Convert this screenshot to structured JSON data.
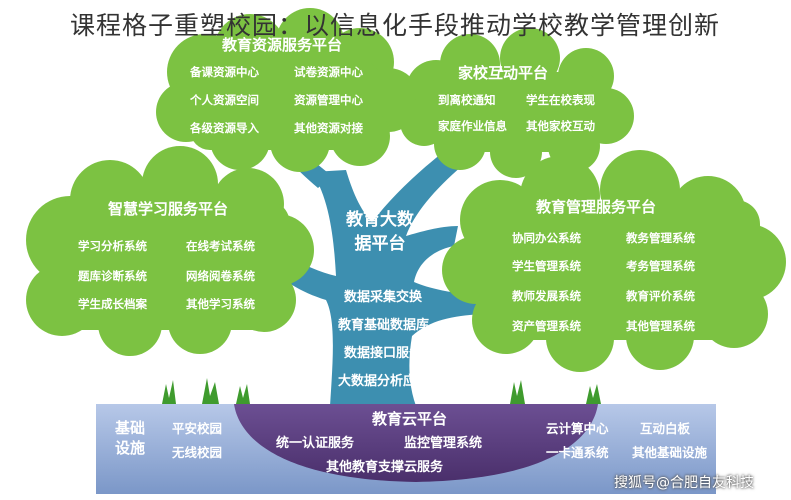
{
  "title": "课程格子重塑校园：以信息化手段推动学校教学管理创新",
  "clouds": {
    "resource": {
      "title": "教育资源服务平台",
      "items": [
        "备课资源中心",
        "试卷资源中心",
        "个人资源空间",
        "资源管理中心",
        "各级资源导入",
        "其他资源对接"
      ]
    },
    "home_school": {
      "title": "家校互动平台",
      "items": [
        "到离校通知",
        "学生在校表现",
        "家庭作业信息",
        "其他家校互动"
      ]
    },
    "learning": {
      "title": "智慧学习服务平台",
      "items": [
        "学习分析系统",
        "在线考试系统",
        "题库诊断系统",
        "网络阅卷系统",
        "学生成长档案",
        "其他学习系统"
      ]
    },
    "management": {
      "title": "教育管理服务平台",
      "items": [
        "协同办公系统",
        "教务管理系统",
        "学生管理系统",
        "考务管理系统",
        "教师发展系统",
        "教育评价系统",
        "资产管理系统",
        "其他管理系统"
      ]
    }
  },
  "trunk": {
    "title_line1": "教育大数",
    "title_line2": "据平台",
    "items": [
      "数据采集交换",
      "教育基础数据库",
      "数据接口服务",
      "大数据分析应用"
    ]
  },
  "dome": {
    "title": "教育云平台",
    "items": [
      "统一认证服务",
      "监控管理系统",
      "其他教育支撑云服务"
    ]
  },
  "ground": {
    "label_line1": "基础",
    "label_line2": "设施",
    "items": [
      "平安校园",
      "无线校园",
      "云计算中心",
      "一卡通系统",
      "互动白板",
      "其他基础设施"
    ]
  },
  "watermark": "搜狐号@合肥自友科技",
  "colors": {
    "cloud_green": "#7cc242",
    "cloud_green_dark": "#5fa82c",
    "trunk_blue": "#3d8fb0",
    "dome_purple": "#5b3f7e",
    "ground_blue": "#8aa6d4",
    "grass_green": "#3f9b2e"
  }
}
